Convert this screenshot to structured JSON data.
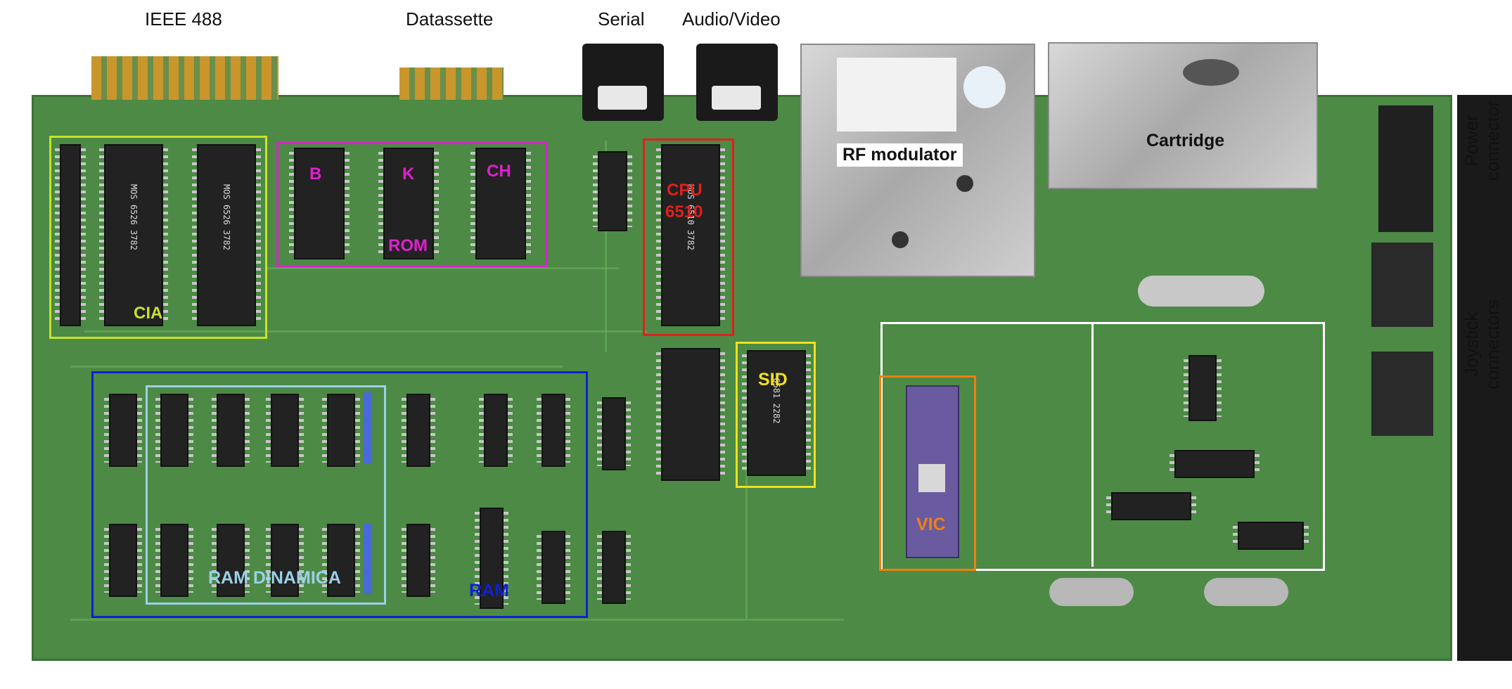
{
  "labels": {
    "ieee488": "IEEE 488",
    "datassette": "Datassette",
    "serial": "Serial",
    "audio_video": "Audio/Video",
    "power_connector": "Power\nconnector",
    "joystick_connectors": "Joystick\nconnectors",
    "rf_modulator": "RF modulator",
    "cartridge": "Cartridge",
    "cia": "CIA",
    "rom_b": "B",
    "rom_k": "K",
    "rom_ch": "CH",
    "rom": "ROM",
    "cpu_line1": "CPU",
    "cpu_line2": "6510",
    "sid": "SID",
    "vic": "VIC",
    "ram": "RAM",
    "ram_dinamica": "RAM DINAMICA"
  },
  "colors": {
    "cia": "#c8e22a",
    "rom": "#e020d0",
    "cpu": "#e0201c",
    "sid": "#f0e020",
    "vic": "#f08010",
    "ram": "#1020d0",
    "ram_dinamica": "#9cd0e8",
    "white_box": "#ffffff"
  }
}
